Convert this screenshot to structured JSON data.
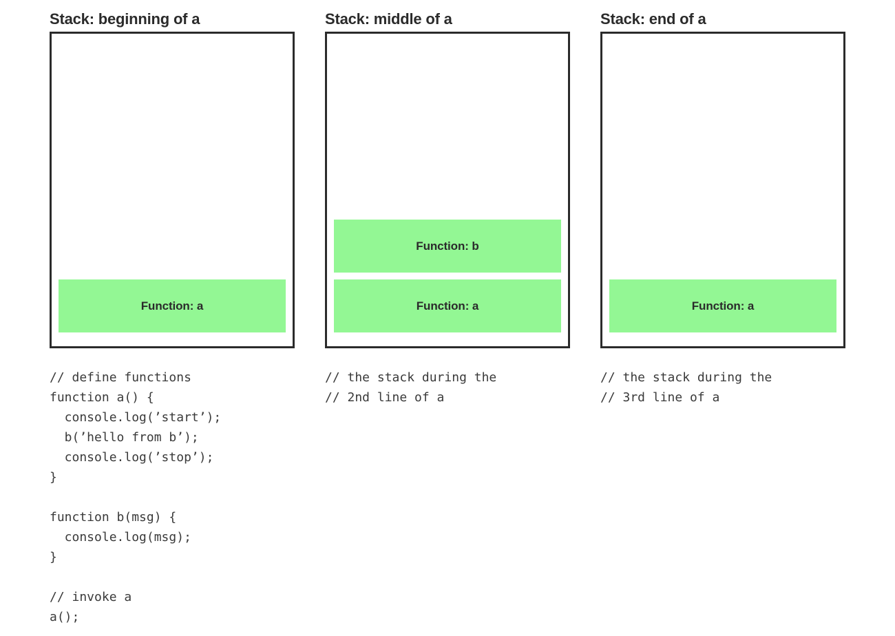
{
  "diagram": {
    "title_prefix": "Stack: ",
    "frame_label_prefix": "Function: ",
    "colors": {
      "frame_fill": "#93F794",
      "border": "#2b2b2b",
      "text": "#2b2b2b",
      "code_text": "#3a3a3a",
      "background": "#ffffff"
    }
  },
  "columns": [
    {
      "title": "Stack: beginning of a",
      "stack_frames": [
        {
          "label": "Function: a"
        }
      ],
      "code": "// define functions\nfunction a() {\n  console.log(’start’);\n  b(’hello from b’);\n  console.log(’stop’);\n}\n\nfunction b(msg) {\n  console.log(msg);\n}\n\n// invoke a\na();"
    },
    {
      "title": "Stack: middle of a",
      "stack_frames": [
        {
          "label": "Function: b"
        },
        {
          "label": "Function: a"
        }
      ],
      "code": "// the stack during the\n// 2nd line of a"
    },
    {
      "title": "Stack: end of a",
      "stack_frames": [
        {
          "label": "Function: a"
        }
      ],
      "code": "// the stack during the\n// 3rd line of a"
    }
  ]
}
